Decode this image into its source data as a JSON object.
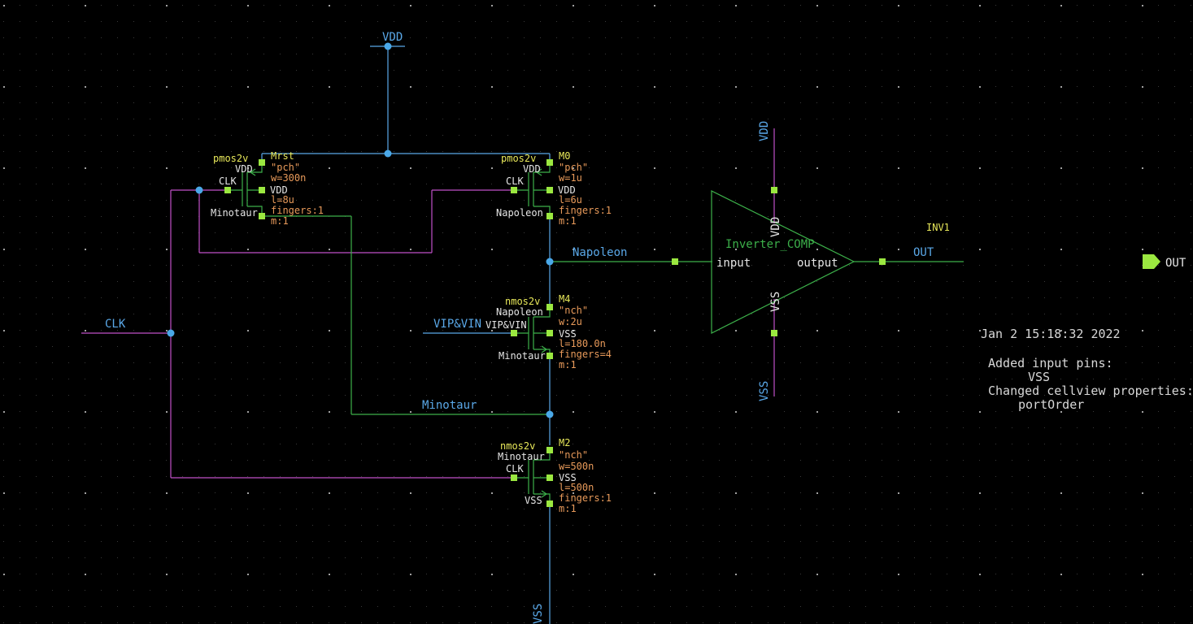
{
  "colors": {
    "background": "#000000",
    "wire_supply": "#5aa8e8",
    "wire_clock": "#c050c8",
    "wire_signal": "#3cb04a",
    "pin": "#9be840",
    "instance_label": "#e8e85a",
    "parameter": "#e89a5a"
  },
  "nets": {
    "vdd": "VDD",
    "clk": "CLK",
    "napoleon": "Napoleon",
    "minotaur": "Minotaur",
    "vip_vin": "VIP&VIN",
    "out": "OUT",
    "vss_bottom": "VSS"
  },
  "transistors": {
    "mrst": {
      "model": "pmos2v",
      "name": "Mrst",
      "params": [
        "\"pch\"",
        "w=300n",
        "l=8u",
        "fingers:1",
        "m:1"
      ],
      "pins": {
        "s": "VDD",
        "g": "CLK",
        "b": "VDD",
        "d": "Minotaur"
      }
    },
    "m0": {
      "model": "pmos2v",
      "name": "M0",
      "params": [
        "\"pch\"",
        "w=1u",
        "l=6u",
        "fingers:1",
        "m:1"
      ],
      "pins": {
        "s": "VDD",
        "g": "CLK",
        "b": "VDD",
        "d": "Napoleon"
      }
    },
    "m4": {
      "model": "nmos2v",
      "name": "M4",
      "params": [
        "\"nch\"",
        "w:2u",
        "l=180.0n",
        "fingers=4",
        "m:1"
      ],
      "pins": {
        "d": "Napoleon",
        "g": "VIP&VIN",
        "b": "VSS",
        "s": "Minotaur"
      }
    },
    "m2": {
      "model": "nmos2v",
      "name": "M2",
      "params": [
        "\"nch\"",
        "w=500n",
        "l=500n",
        "fingers:1",
        "m:1"
      ],
      "pins": {
        "d": "Minotaur",
        "g": "CLK",
        "b": "VSS",
        "s": "VSS"
      }
    }
  },
  "inverter": {
    "instance": "INV1",
    "cell": "Inverter_COMP",
    "input_label": "input",
    "output_label": "output",
    "vdd_label": "VDD",
    "vss_label": "VSS",
    "vdd_net": "VDD",
    "vss_net": "VSS"
  },
  "out_pin": "OUT",
  "note": {
    "date": "Jan  2 15:18:32 2022",
    "lines": [
      "Added input pins:",
      "VSS",
      "Changed cellview properties:",
      "portOrder"
    ]
  }
}
